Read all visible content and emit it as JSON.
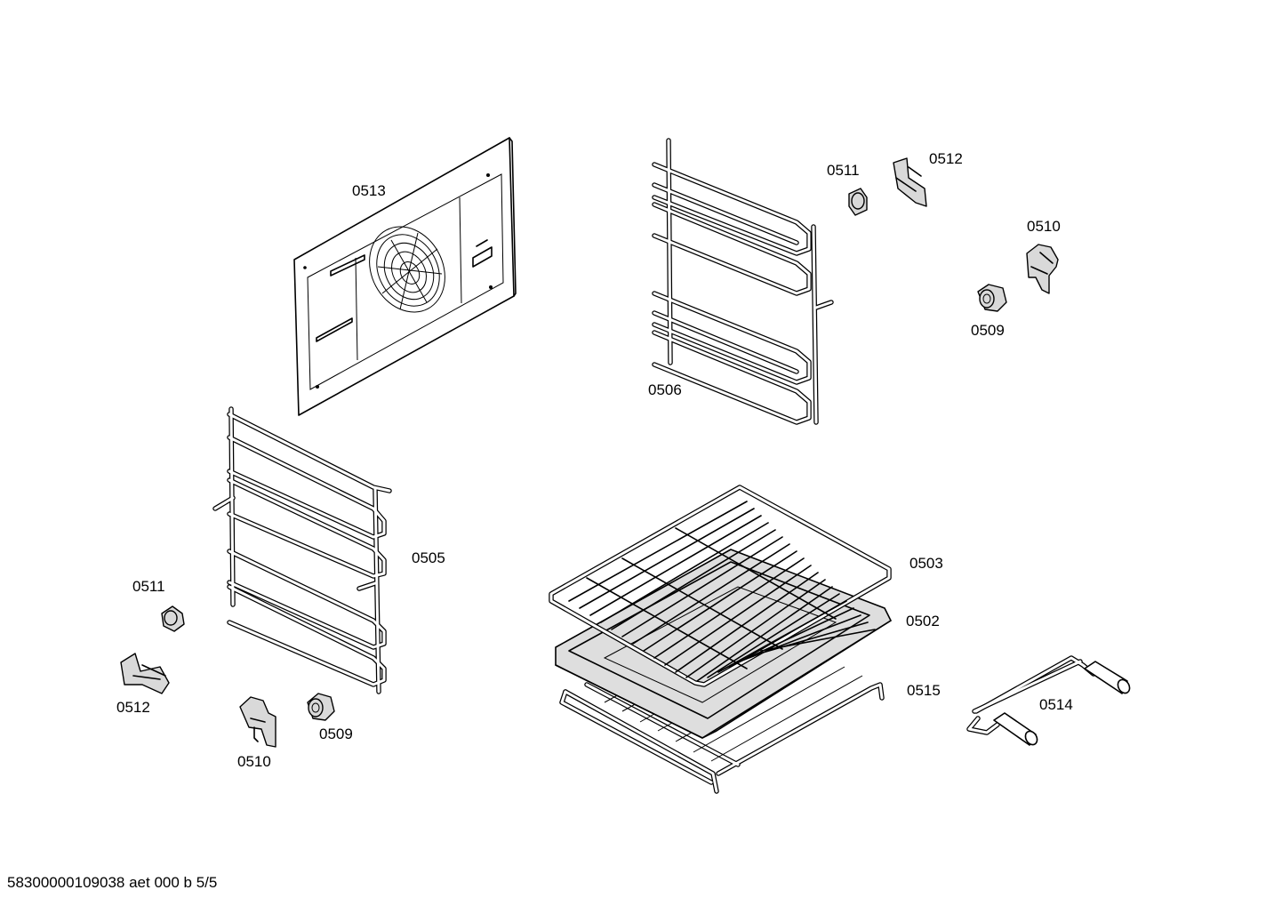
{
  "labels": {
    "p0513": "0513",
    "p0506": "0506",
    "p0511a": "0511",
    "p0512a": "0512",
    "p0510a": "0510",
    "p0509a": "0509",
    "p0505": "0505",
    "p0511b": "0511",
    "p0512b": "0512",
    "p0510b": "0510",
    "p0509b": "0509",
    "p0503": "0503",
    "p0502": "0502",
    "p0515": "0515",
    "p0514": "0514"
  },
  "footer": "58300000109038 aet 000 b 5/5"
}
